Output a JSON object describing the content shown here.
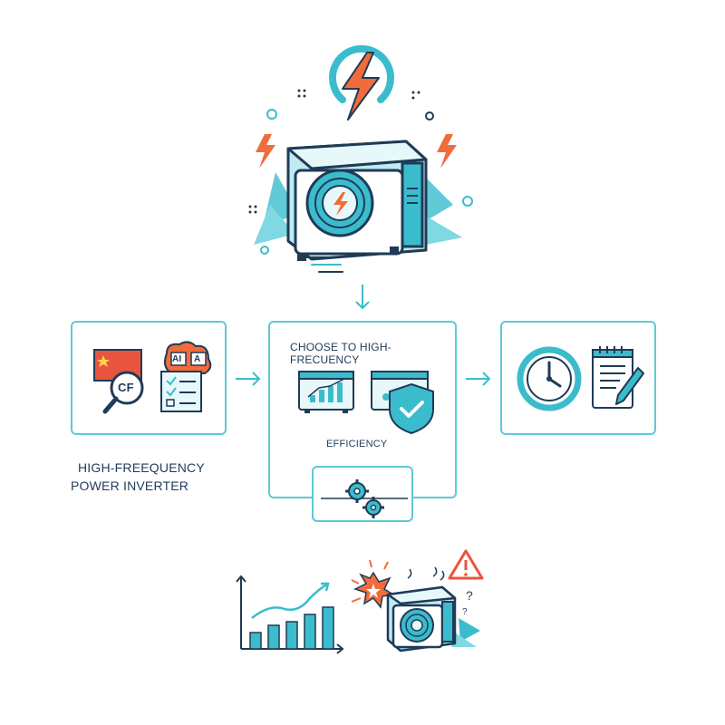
{
  "side_label": {
    "line1": "HIGH-FREEQUENCY",
    "line2": "POWER INVERTER"
  },
  "center_box": {
    "title": "CHOOSE TO HIGH-FRECUENCY",
    "subtitle": "EFFICIENCY"
  },
  "left_box": {
    "badge_ai": "AI",
    "badge_a": "A",
    "magnifier_text": "CF"
  },
  "colors": {
    "teal": "#3bbccc",
    "teal_light": "#7fd8e2",
    "navy": "#1f3b57",
    "orange": "#f26b3a",
    "red_flag": "#e8553f",
    "white": "#ffffff"
  },
  "icons": {
    "top": [
      "power-icon",
      "lightning-icon",
      "inverter-unit-icon"
    ],
    "left": [
      "flag-icon",
      "magnifier-icon",
      "brain-icon",
      "checklist-icon"
    ],
    "center": [
      "server-chart-icon",
      "shield-check-icon",
      "gears-icon"
    ],
    "right": [
      "clock-icon",
      "notepad-pen-icon"
    ],
    "bottom": [
      "bar-chart-icon",
      "warning-icon",
      "broken-unit-icon"
    ]
  }
}
